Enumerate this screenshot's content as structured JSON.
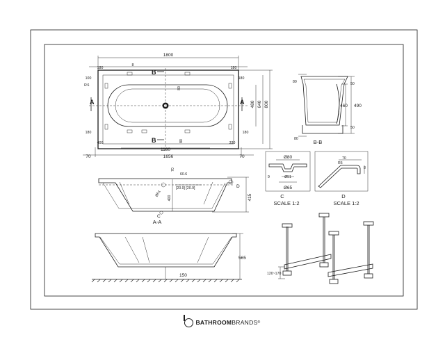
{
  "plan": {
    "overall_length": "1800",
    "inner_length": "1656",
    "inner_length_2": "1180",
    "width_overall": "800",
    "width_inner": "640",
    "width_inner_2": "480",
    "offset_left": "70",
    "offset_right": "70",
    "corner_top_left": "180",
    "corner_top_right": "180",
    "corner_side_top_left": "100",
    "corner_side_top_right": "180",
    "corner_side_bottom_left": "180",
    "corner_side_bottom_right": "180",
    "corner_bottom_left": "400",
    "corner_bottom_right": "330",
    "small_r": "R",
    "dim_80_top": "80",
    "dim_80_bottom": "80",
    "dim_8": "8",
    "dim_6": "6",
    "section_b_top": "B",
    "section_b_bottom": "B",
    "section_a_left": "A",
    "section_a_right": "A"
  },
  "side_b": {
    "label": "B-B",
    "dim_80_top": "80",
    "dim_80_bottom": "80",
    "dim_50_top": "50",
    "dim_50_bottom": "50",
    "dim_460": "460",
    "dim_490": "490"
  },
  "section_a": {
    "label": "A-A",
    "dim_70": "70",
    "dim_hole": "Ø51",
    "dim_400": "400",
    "dim_415": "415",
    "dim_angle": "[20.9] [20.9]",
    "dim_60": "60.6",
    "marker_c": "C",
    "marker_d": "D"
  },
  "detail_c": {
    "label": "C",
    "scale": "SCALE 1:2",
    "dim_top": "Ø80",
    "dim_mid": "Ø51",
    "dim_bottom": "Ø65",
    "dim_side": "9"
  },
  "detail_d": {
    "label": "D",
    "scale": "SCALE 1:2",
    "dim_70": "70",
    "dim_r": "R5",
    "dim_side": "8"
  },
  "front": {
    "dim_565": "565",
    "dim_150": "150"
  },
  "legs": {
    "dim_range": "120~170"
  },
  "brand": {
    "name_bold": "BATHROOM",
    "name_regular": "BRANDS",
    "mark": "®"
  }
}
